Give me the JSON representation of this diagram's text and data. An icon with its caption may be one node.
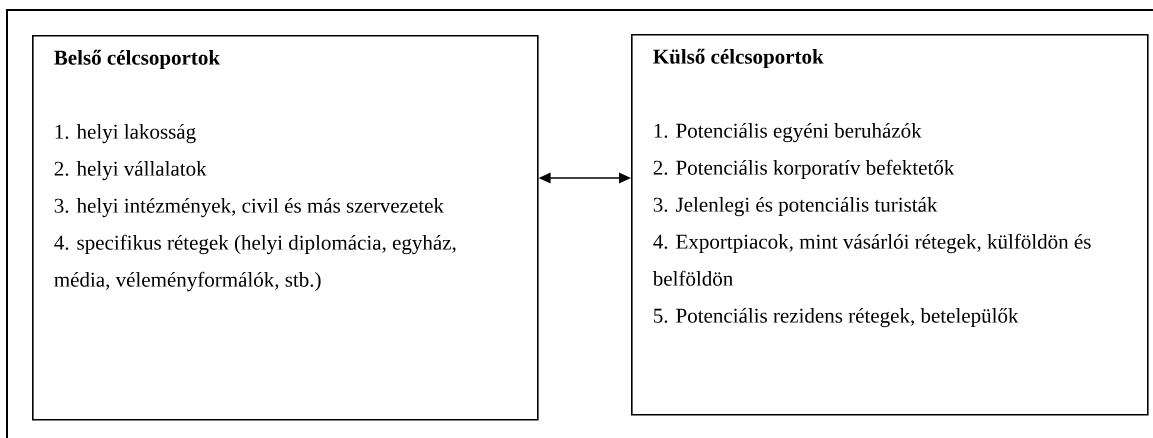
{
  "diagram": {
    "nodes": [
      {
        "text": [
          "Belső célcsoportok",
          "1. helyi lakosság",
          "2. helyi vállalatok",
          "3. helyi intézmények, civil és más szervezetek",
          "4. specifikus rétegek (helyi diplomácia, egyház, média, véleményformálók, stb.)"
        ]
      },
      {
        "text": [
          "Külső célcsoportok",
          "1. Potenciális egyéni beruházók",
          "2. Potenciális korporatív befektetők",
          "3. Jelenlegi és potenciális turisták",
          "4. Exportpiacok, mint vásárlói rétegek, külföldön és belföldön",
          "5. Potenciális rezidens rétegek, betelepülők"
        ]
      }
    ],
    "edges": [
      {
        "from": 0,
        "to": 1,
        "arrow": "both"
      }
    ]
  }
}
